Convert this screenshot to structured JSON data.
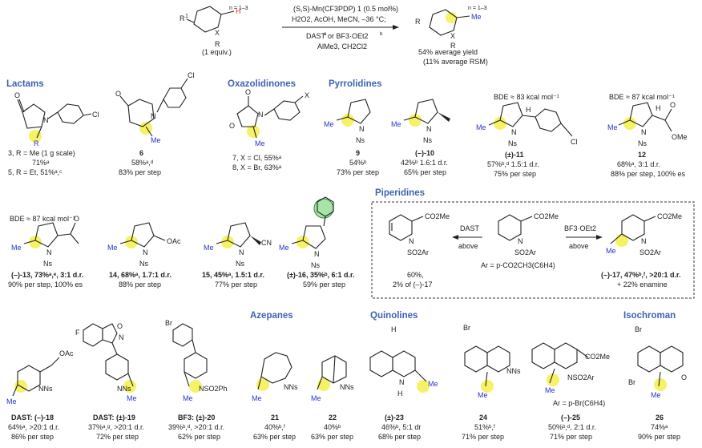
{
  "scheme": {
    "n_range": "n = 1–3",
    "r1": "R",
    "r1_sup": "1",
    "x": "X",
    "r": "R",
    "h": "H",
    "equiv": "(1 equiv.)",
    "cond1": "(S,S)-Mn(CF3PDP) 1 (0.5 mol%)",
    "cond2": "H2O2, AcOH, MeCN, –36 °C;",
    "cond3": "DAST",
    "cond3_sup_a": "a",
    "cond3_or": "or BF3·OEt2",
    "cond3_sup_b": "b",
    "cond4": "AlMe3, CH2Cl2",
    "prod_n": "n = 1–3",
    "prod_me": "Me",
    "prod_r1": "R",
    "prod_x": "X",
    "prod_r": "R",
    "yield": "54% average yield",
    "rsm": "(11% average RSM)"
  },
  "sections": {
    "lactams": "Lactams",
    "oxazolidinones": "Oxazolidinones",
    "pyrrolidines": "Pyrrolidines",
    "piperidines": "Piperidines",
    "azepanes": "Azepanes",
    "quinolines": "Quinolines",
    "isochroman": "Isochroman"
  },
  "bde": {
    "b11": "BDE ≈ 83 kcal mol⁻¹",
    "b12": "BDE ≈ 87 kcal mol⁻¹",
    "b13": "BDE ≈ 87 kcal mol⁻¹"
  },
  "atoms": {
    "O": "O",
    "N": "N",
    "Cl": "Cl",
    "R": "R",
    "Me": "Me",
    "Ns": "Ns",
    "X": "X",
    "H": "H",
    "OMe": "OMe",
    "OAc": "OAc",
    "CN": "CN",
    "Br": "Br",
    "F": "F",
    "NNs": "NNs",
    "NSO2Ph": "NSO2Ph",
    "SO2Ar": "SO2Ar",
    "CO2Me": "CO2Me",
    "NSO2Ar": "NSO2Ar",
    "arbr": "Ar = p-Br(C6H4)"
  },
  "captions": {
    "c3": [
      "3, R = Me (1 g scale)",
      "71%ᵃ",
      "5, R = Et, 51%ᵃ,ᶜ"
    ],
    "c6": [
      "6",
      "58%ᵃ,ᵈ",
      "83% per step"
    ],
    "c7": [
      "7, X = Cl, 55%ᵃ",
      "8, X = Br, 63%ᵃ"
    ],
    "c9": [
      "9",
      "54%ᵇ",
      "73% per step"
    ],
    "c10": [
      "(–)-10",
      "42%ᵇ 1.6:1 d.r.",
      "65% per step"
    ],
    "c11": [
      "(±)-11",
      "57%ᵇ,ᵈ 1.5:1 d.r.",
      "75% per step"
    ],
    "c12": [
      "12",
      "68%ᵃ, 3:1 d.r.",
      "88% per step, 100% es"
    ],
    "c13": [
      "(–)-13, 73%ᵃ,ᵉ, 3:1 d.r.",
      "90% per step, 100% es"
    ],
    "c14": [
      "14, 68%ᵃ, 1.7:1 d.r.",
      "88% per step"
    ],
    "c15": [
      "15, 45%ᵃ, 1.5:1 d.r.",
      "77% per step"
    ],
    "c16": [
      "(±)-16, 35%ᵇ, 6:1 d.r.",
      "59% per step"
    ],
    "c17a": [
      "60%,",
      "2% of (–)-17"
    ],
    "c17b": [
      "(–)-17, 47%ᵇ,ᶠ, >20:1 d.r.",
      "+ 22% enamine"
    ],
    "c18": [
      "DAST: (–)-18",
      "64%ᵃ, >20:1 d.r.",
      "86% per step"
    ],
    "c19": [
      "DAST: (±)-19",
      "37%ᵃ,ᵍ, >20:1 d.r.",
      "72% per step"
    ],
    "c20": [
      "BF3: (±)-20",
      "39%ᵇ,ᵈ, >20:1 d.r.",
      "62% per step"
    ],
    "c21": [
      "21",
      "40%ᵇ,ᶠ",
      "63% per step"
    ],
    "c22": [
      "22",
      "40%ᵇ",
      "63% per step"
    ],
    "c23": [
      "(±)-23",
      "46%ᵇ, 5:1 dr",
      "68% per step"
    ],
    "c24": [
      "24",
      "51%ᵇ,ᶠ",
      "71% per step"
    ],
    "c25": [
      "(–)-25",
      "50%ᵇ,ᵈ, 2:1 d.r.",
      "71% per step"
    ],
    "c26": [
      "26",
      "74%ᵃ",
      "90% per step"
    ]
  },
  "pip_box": {
    "dast": "DAST",
    "above": "above",
    "bf3": "BF3·OEt2",
    "above2": "above",
    "ar_def": "Ar = p-CO2CH3(C6H4)"
  }
}
